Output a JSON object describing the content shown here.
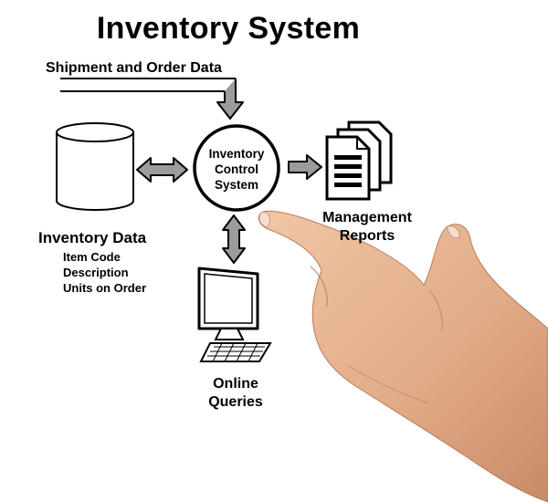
{
  "title": "Inventory System",
  "input_label": "Shipment and Order Data",
  "center": {
    "line1": "Inventory",
    "line2": "Control",
    "line3": "System"
  },
  "database": {
    "label": "Inventory Data",
    "fields": [
      "Item Code",
      "Description",
      "Units on Order"
    ]
  },
  "reports": {
    "line1": "Management",
    "line2": "Reports"
  },
  "queries": {
    "line1": "Online",
    "line2": "Queries"
  },
  "icons": {
    "database": "cylinder-icon",
    "reports": "document-stack-icon",
    "queries": "computer-monitor-icon",
    "pointer": "pointing-hand"
  },
  "colors": {
    "arrow_fill": "#9c9c9c",
    "ink": "#000000",
    "skin": "#e8b591"
  }
}
